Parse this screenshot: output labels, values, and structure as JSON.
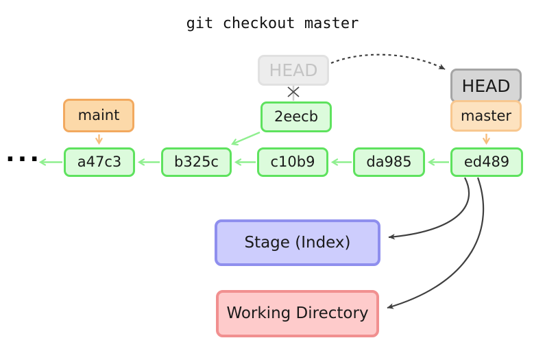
{
  "title": "git checkout master",
  "graph": {
    "ellipsis": "···",
    "commits": [
      "a47c3",
      "b325c",
      "c10b9",
      "da985",
      "ed489",
      "2eecb"
    ],
    "branches": {
      "maint": "maint",
      "master": "master"
    },
    "head_old": "HEAD",
    "head_new": "HEAD"
  },
  "areas": {
    "stage": "Stage (Index)",
    "working": "Working Directory"
  },
  "colors": {
    "commit_fill": "#dcfbdc",
    "commit_border": "#5ee25e",
    "commit_arrow": "#8fef8f",
    "branch_fill": "#fcd9a9",
    "branch_border": "#f2a95f",
    "branch_arrow": "#f7bd7d",
    "master_fill": "#fde2bf",
    "master_border": "#f8c78f",
    "head_fill": "#d6d6d6",
    "head_border": "#a5a5a5",
    "head_old_fill": "#ededed",
    "head_old_border": "#e1e1e1",
    "head_old_text": "#c4c4c4",
    "connector_grey": "#cfcfcf",
    "cross_color": "#4a4a4a",
    "stage_fill": "#cdcdfd",
    "stage_border": "#8f8fee",
    "working_fill": "#fecbcb",
    "working_border": "#f19090",
    "dark_arrow": "#3f3f3f",
    "text": "#1a1a1a"
  }
}
